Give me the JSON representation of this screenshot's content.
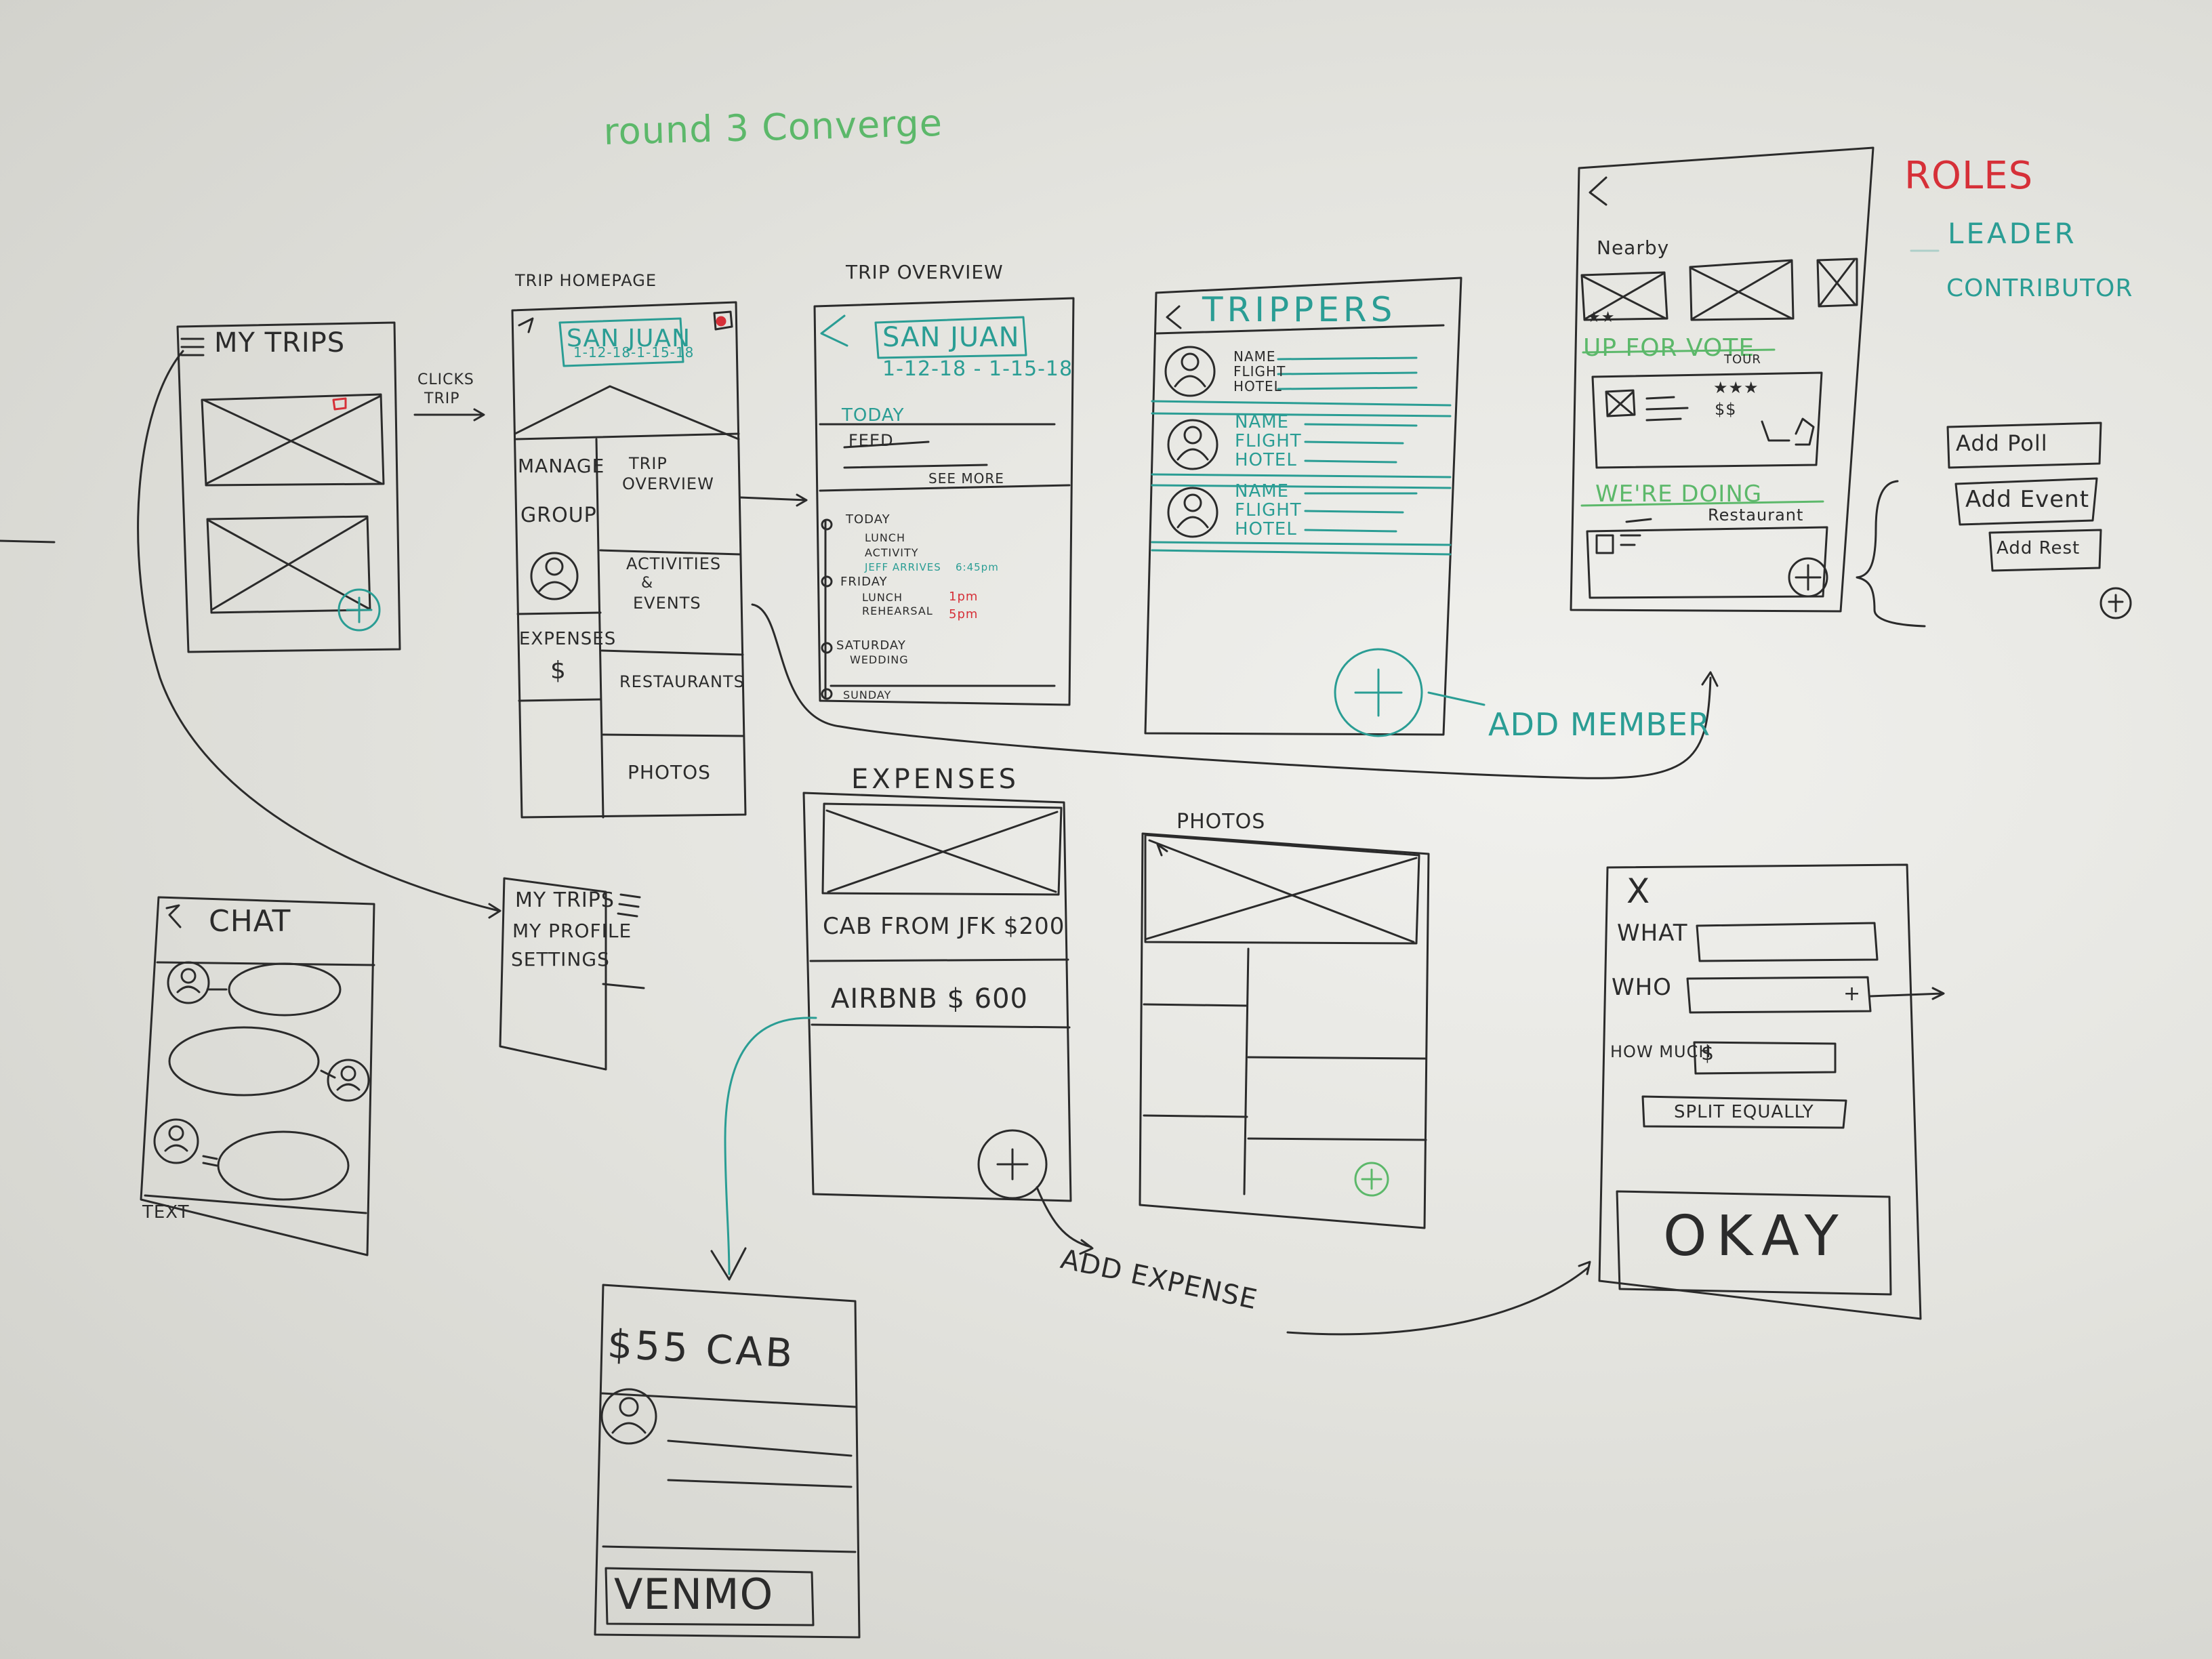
{
  "board_title": "round 3 Converge",
  "colors": {
    "ink": "#2b2b2b",
    "teal": "#2a9d94",
    "green": "#5cb86a",
    "red": "#d63038"
  },
  "my_trips": {
    "title": "MY TRIPS",
    "menu_icon": "hamburger-icon",
    "add_icon": "plus-circle-icon"
  },
  "clicks_trip": {
    "line1": "CLICKS",
    "line2": "TRIP"
  },
  "trip_homepage": {
    "label": "TRIP HOMEPAGE",
    "title": "SAN JUAN",
    "dates": "1-12-18-1-15-18",
    "manage": "MANAGE",
    "group": "GROUP",
    "trip": "TRIP",
    "overview": "OVERVIEW",
    "activities": "ACTIVITIES",
    "and": "&",
    "events": "EVENTS",
    "expenses": "EXPENSES",
    "dollar": "$",
    "restaurants": "RESTAURANTS",
    "photos": "PHOTOS"
  },
  "trip_overview": {
    "label": "TRIP OVERVIEW",
    "title": "SAN JUAN",
    "dates": "1-12-18 - 1-15-18",
    "today": "TODAY",
    "feed": "FEED",
    "see_more": "SEE MORE",
    "timeline": {
      "today": "TODAY",
      "lunch": "LUNCH",
      "activity": "ACTIVITY",
      "jeff": "JEFF ARRIVES",
      "jeff_time": "6:45pm",
      "friday": "FRIDAY",
      "lunch2": "LUNCH",
      "time1": "1pm",
      "rehearsal": "REHEARSAL",
      "time2": "5pm",
      "saturday": "SATURDAY",
      "wedding": "WEDDING",
      "sunday": "SUNDAY"
    }
  },
  "trippers": {
    "title": "TRIPPERS",
    "members": [
      {
        "name": "NAME",
        "flight": "FLIGHT",
        "hotel": "HOTEL"
      },
      {
        "name": "NAME",
        "flight": "FLIGHT",
        "hotel": "HOTEL"
      },
      {
        "name": "NAME",
        "flight": "FLIGHT",
        "hotel": "HOTEL"
      }
    ],
    "add_member": "ADD MEMBER"
  },
  "nearby": {
    "nearby": "Nearby",
    "stars": "★★",
    "up_for_vote": "UP FOR VOTE",
    "tour": "TOUR",
    "vote_stars": "★★★",
    "vote_price": "$$",
    "were_doing": "WE'RE DOING",
    "restaurant": "Restaurant"
  },
  "roles": {
    "title": "ROLES",
    "leader": "LEADER",
    "contributor": "CONTRIBUTOR"
  },
  "add_menu": {
    "poll": "Add Poll",
    "event": "Add Event",
    "rest": "Add Rest"
  },
  "chat": {
    "title": "CHAT",
    "text": "TEXT"
  },
  "side_menu": {
    "my_trips": "MY TRIPS",
    "my_profile": "MY PROFILE",
    "settings": "SETTINGS"
  },
  "expenses": {
    "title": "EXPENSES",
    "items": [
      "CAB FROM JFK $200",
      "AIRBNB  $ 600"
    ],
    "add_expense": "ADD EXPENSE"
  },
  "photos": {
    "title": "PHOTOS"
  },
  "add_expense_form": {
    "close": "X",
    "what": "WHAT",
    "who": "WHO",
    "who_plus": "+",
    "how_much": "HOW MUCH",
    "dollar": "$",
    "split": "SPLIT EQUALLY",
    "okay": "OKAY"
  },
  "cab_detail": {
    "title": "$55 CAB",
    "venmo": "VENMO"
  }
}
